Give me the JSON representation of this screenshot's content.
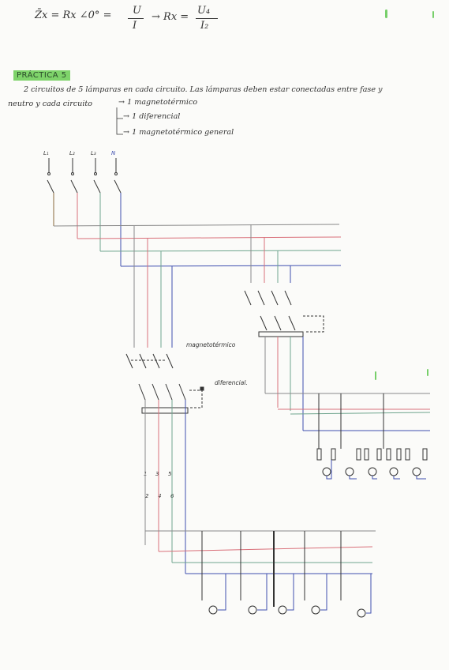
{
  "formula": {
    "left": "Z̄x = Rx ∠0° = ",
    "frac1_num": "U",
    "frac1_den": "I",
    "arrow": "→ Rx =",
    "frac2_num": "U₄",
    "frac2_den": "I₂"
  },
  "title": "PRÁCTICA 5",
  "text": {
    "line1": "2 circuitos de 5 lámparas en cada circuito. Las lámparas deben estar conectadas entre fase y",
    "line2": "neutro y cada circuito",
    "item1": "→ 1 magnetotérmico",
    "item2": "→ 1 diferencial",
    "item3": "→ 1 magnetotérmico general"
  },
  "terminals": [
    "L₁",
    "L₂",
    "L₃",
    "N"
  ],
  "labels": {
    "magneto": "magnetotérmico",
    "diferencial": "diferencial.",
    "mag_terminals": [
      "1",
      "3",
      "5"
    ],
    "mag_bottom": [
      "2",
      "4",
      "6"
    ]
  },
  "colors": {
    "brown": "#8a6a3c",
    "grey": "#8a8a8a",
    "red": "#d9707a",
    "green": "#6fa58e",
    "blue": "#3f4fb0",
    "ink": "#333333",
    "highlight": "#7ed36a"
  },
  "lamps_per_circuit": 5
}
